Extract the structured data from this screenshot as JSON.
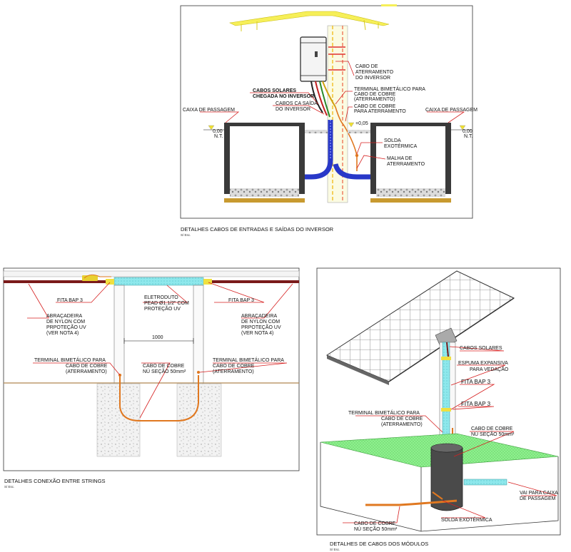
{
  "panel_inverter": {
    "caption": "DETALHES CABOS DE ENTRADAS E SAÍDAS DO INVERSOR",
    "scale": "S/ Esc.",
    "left_box_label": "CAIXA DE PASSAGEM",
    "right_box_label": "CAIXA DE PASSAGEM",
    "level_left": [
      "0,00",
      "N.T."
    ],
    "level_right": [
      "0,00",
      "N.T."
    ],
    "level_mid": "+0,05",
    "solar_cables": [
      "CABOS SOLARES",
      "CHEGADA NO INVERSOR"
    ],
    "ac_cables": [
      "CABOS CA SAÍDA",
      "DO INVERSOR"
    ],
    "ground_cable": [
      "CABO DE",
      "ATERRAMENTO",
      "DO INVERSOR"
    ],
    "bimetal_terminal": [
      "TERMINAL BIMETÁLICO PARA",
      "CABO DE COBRE",
      "(ATERRAMENTO)"
    ],
    "copper_cable": [
      "CABO DE COBRE",
      "PARA ATERRAMENTO"
    ],
    "exo_weld": [
      "SOLDA",
      "EXOTÉRMICA"
    ],
    "ground_mesh": [
      "MALHA DE",
      "ATERRAMENTO"
    ]
  },
  "panel_strings": {
    "caption": "DETALHES CONEXÃO ENTRE STRINGS",
    "scale": "S/ Esc.",
    "tape_left": "FITA BAP 3",
    "tape_right": "FITA BAP 3",
    "conduit": [
      "ELETRODUTO",
      "PEAD Ø1.1/2\" COM",
      "PROTEÇÃO UV"
    ],
    "clamp_left": [
      "ABRAÇADEIRA",
      "DE NYLON COM",
      "PRPOTEÇÃO UV",
      "(VER NOTA 4)"
    ],
    "clamp_right": [
      "ABRAÇADEIRA",
      "DE NYLON COM",
      "PRPOTEÇÃO UV",
      "(VER NOTA 4)"
    ],
    "dimension": "1000",
    "terminal_left": [
      "TERMINAL BIMETÁLICO PARA",
      "CABO DE COBRE",
      "(ATERRAMENTO)"
    ],
    "terminal_right": [
      "TERMINAL BIMETÁLICO PARA",
      "CABO DE COBRE",
      "(ATERRAMENTO)"
    ],
    "copper_cable": [
      "CABO DE COBRE",
      "NÚ SEÇÃO 50mm²"
    ]
  },
  "panel_modules": {
    "caption": "DETALHES DE CABOS DOS MÓDULOS",
    "scale": "S/ Esc.",
    "solar_cables": "CABOS SOLARES",
    "foam": [
      "ESPUMA EXPANSIVA",
      "PARA VEDAÇÃO"
    ],
    "tape_1": "FITA  BAP  3",
    "tape_2": "FITA  BAP  3",
    "terminal": [
      "TERMINAL BIMETÁLICO PARA",
      "CABO DE COBRE",
      "(ATERRAMENTO)"
    ],
    "copper_cable": [
      "CABO DE COBRE",
      "NÚ SEÇÃO 50mm²"
    ],
    "to_box": [
      "VAI PARA CAIXA",
      "DE PASSAGEM"
    ],
    "copper_cable_bottom": [
      "CABO DE COBRE",
      "NÚ SEÇÃO 50mm²"
    ],
    "exo_weld": "SOLDA EXOTÉRMICA"
  },
  "colors": {
    "leader": "#d62020",
    "conduit_blue": "#2838c8",
    "conduit_cyan": "#8ee8ec",
    "copper": "#e07820",
    "grass": "#86ee86",
    "yellow": "#f0ea40",
    "soil": "#c89a30"
  }
}
